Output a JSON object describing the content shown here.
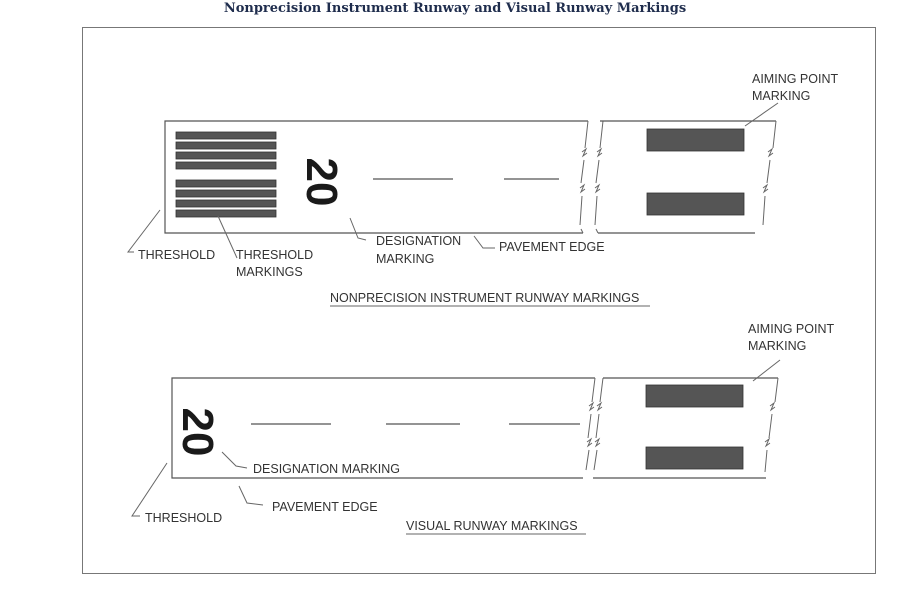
{
  "title": "Nonprecision Instrument Runway and Visual Runway Markings",
  "top": {
    "section_heading": "NONPRECISION INSTRUMENT RUNWAY MARKINGS",
    "designator": "20",
    "labels": {
      "aiming_point_1": "AIMING POINT",
      "aiming_point_2": "MARKING",
      "threshold": "THRESHOLD",
      "threshold_markings_1": "THRESHOLD",
      "threshold_markings_2": "MARKINGS",
      "designation_1": "DESIGNATION",
      "designation_2": "MARKING",
      "pavement_edge": "PAVEMENT EDGE"
    }
  },
  "bottom": {
    "section_heading": "VISUAL RUNWAY MARKINGS",
    "designator": "20",
    "labels": {
      "aiming_point_1": "AIMING POINT",
      "aiming_point_2": "MARKING",
      "designation": "DESIGNATION MARKING",
      "pavement_edge": "PAVEMENT EDGE",
      "threshold": "THRESHOLD"
    }
  },
  "colors": {
    "title": "#1f2d4d",
    "marking_fill": "#555555",
    "line": "#555555"
  }
}
